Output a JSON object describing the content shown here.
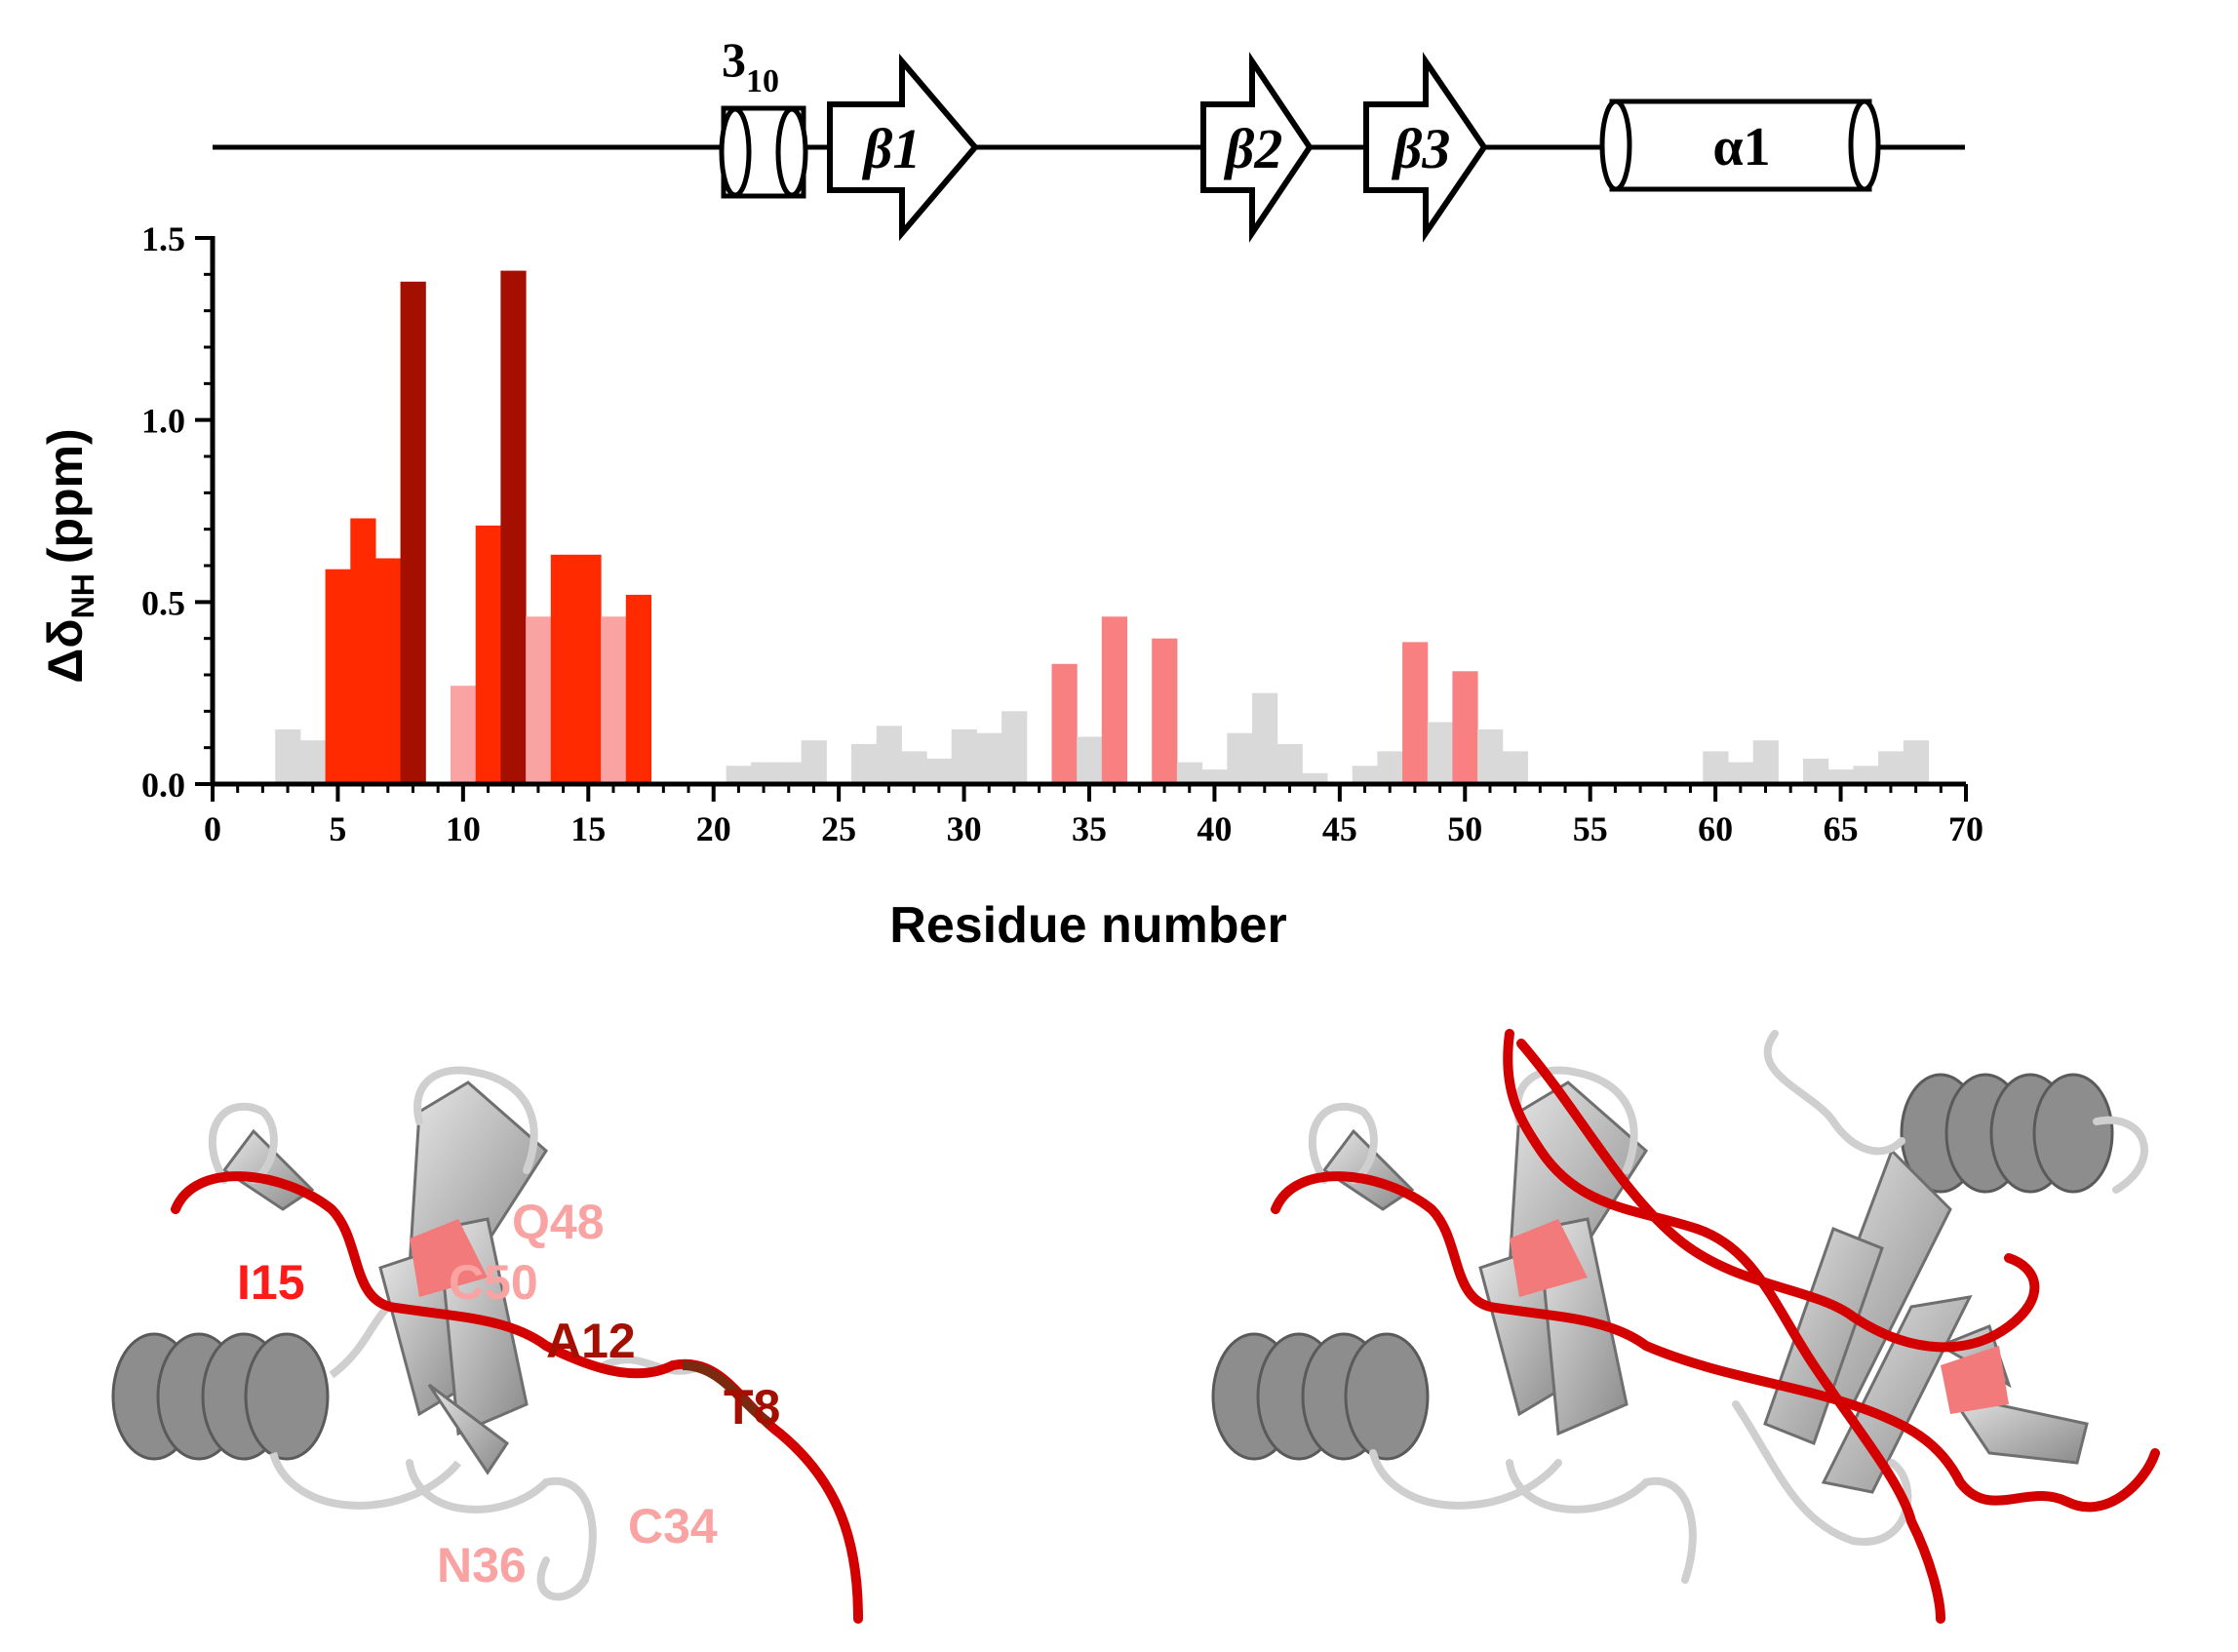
{
  "chart_data": {
    "type": "bar",
    "xlabel": "Residue number",
    "ylabel_main": "Δδ",
    "ylabel_sub": "NH",
    "ylabel_unit": "(ppm)",
    "xlim": [
      0,
      70
    ],
    "ylim": [
      0,
      1.5
    ],
    "xticks": [
      0,
      5,
      10,
      15,
      20,
      25,
      30,
      35,
      40,
      45,
      50,
      55,
      60,
      65,
      70
    ],
    "yticks": [
      0.0,
      0.5,
      1.0,
      1.5
    ],
    "ytick_labels": [
      "0.0",
      "0.5",
      "1.0",
      "1.5"
    ],
    "grid": false,
    "colors": {
      "gray": "#d9d9d9",
      "pink": "#f9a3a3",
      "lightred": "#f88080",
      "red": "#ff2a00",
      "darkred": "#a50f00"
    },
    "bars": [
      {
        "x": 3,
        "value": 0.15,
        "color": "gray"
      },
      {
        "x": 4,
        "value": 0.12,
        "color": "gray"
      },
      {
        "x": 5,
        "value": 0.59,
        "color": "red"
      },
      {
        "x": 6,
        "value": 0.73,
        "color": "red"
      },
      {
        "x": 7,
        "value": 0.62,
        "color": "red"
      },
      {
        "x": 8,
        "value": 1.38,
        "color": "darkred"
      },
      {
        "x": 10,
        "value": 0.27,
        "color": "pink"
      },
      {
        "x": 11,
        "value": 0.71,
        "color": "red"
      },
      {
        "x": 12,
        "value": 1.41,
        "color": "darkred"
      },
      {
        "x": 13,
        "value": 0.46,
        "color": "pink"
      },
      {
        "x": 14,
        "value": 0.63,
        "color": "red"
      },
      {
        "x": 15,
        "value": 0.63,
        "color": "red"
      },
      {
        "x": 16,
        "value": 0.46,
        "color": "pink"
      },
      {
        "x": 17,
        "value": 0.52,
        "color": "red"
      },
      {
        "x": 21,
        "value": 0.05,
        "color": "gray"
      },
      {
        "x": 22,
        "value": 0.06,
        "color": "gray"
      },
      {
        "x": 23,
        "value": 0.06,
        "color": "gray"
      },
      {
        "x": 24,
        "value": 0.12,
        "color": "gray"
      },
      {
        "x": 26,
        "value": 0.11,
        "color": "gray"
      },
      {
        "x": 27,
        "value": 0.16,
        "color": "gray"
      },
      {
        "x": 28,
        "value": 0.09,
        "color": "gray"
      },
      {
        "x": 29,
        "value": 0.07,
        "color": "gray"
      },
      {
        "x": 30,
        "value": 0.15,
        "color": "gray"
      },
      {
        "x": 31,
        "value": 0.14,
        "color": "gray"
      },
      {
        "x": 32,
        "value": 0.2,
        "color": "gray"
      },
      {
        "x": 34,
        "value": 0.33,
        "color": "lightred"
      },
      {
        "x": 35,
        "value": 0.13,
        "color": "gray"
      },
      {
        "x": 36,
        "value": 0.46,
        "color": "lightred"
      },
      {
        "x": 38,
        "value": 0.4,
        "color": "lightred"
      },
      {
        "x": 39,
        "value": 0.06,
        "color": "gray"
      },
      {
        "x": 40,
        "value": 0.04,
        "color": "gray"
      },
      {
        "x": 41,
        "value": 0.14,
        "color": "gray"
      },
      {
        "x": 42,
        "value": 0.25,
        "color": "gray"
      },
      {
        "x": 43,
        "value": 0.11,
        "color": "gray"
      },
      {
        "x": 44,
        "value": 0.03,
        "color": "gray"
      },
      {
        "x": 46,
        "value": 0.05,
        "color": "gray"
      },
      {
        "x": 47,
        "value": 0.09,
        "color": "gray"
      },
      {
        "x": 48,
        "value": 0.39,
        "color": "lightred"
      },
      {
        "x": 49,
        "value": 0.17,
        "color": "gray"
      },
      {
        "x": 50,
        "value": 0.31,
        "color": "lightred"
      },
      {
        "x": 51,
        "value": 0.15,
        "color": "gray"
      },
      {
        "x": 52,
        "value": 0.09,
        "color": "gray"
      },
      {
        "x": 60,
        "value": 0.09,
        "color": "gray"
      },
      {
        "x": 61,
        "value": 0.06,
        "color": "gray"
      },
      {
        "x": 62,
        "value": 0.12,
        "color": "gray"
      },
      {
        "x": 64,
        "value": 0.07,
        "color": "gray"
      },
      {
        "x": 65,
        "value": 0.04,
        "color": "gray"
      },
      {
        "x": 66,
        "value": 0.05,
        "color": "gray"
      },
      {
        "x": 67,
        "value": 0.09,
        "color": "gray"
      },
      {
        "x": 68,
        "value": 0.12,
        "color": "gray"
      }
    ]
  },
  "topology": {
    "elements": [
      {
        "type": "helix",
        "label": "3",
        "sub": "10"
      },
      {
        "type": "strand",
        "label": "β1"
      },
      {
        "type": "strand",
        "label": "β2"
      },
      {
        "type": "strand",
        "label": "β3"
      },
      {
        "type": "helix",
        "label": "α1"
      }
    ]
  },
  "structure_labels": [
    {
      "text": "Q48",
      "color": "pink"
    },
    {
      "text": "I15",
      "color": "red"
    },
    {
      "text": "C50",
      "color": "pink"
    },
    {
      "text": "A12",
      "color": "darkred"
    },
    {
      "text": "T8",
      "color": "darkred"
    },
    {
      "text": "C34",
      "color": "pink"
    },
    {
      "text": "N36",
      "color": "pink"
    }
  ]
}
